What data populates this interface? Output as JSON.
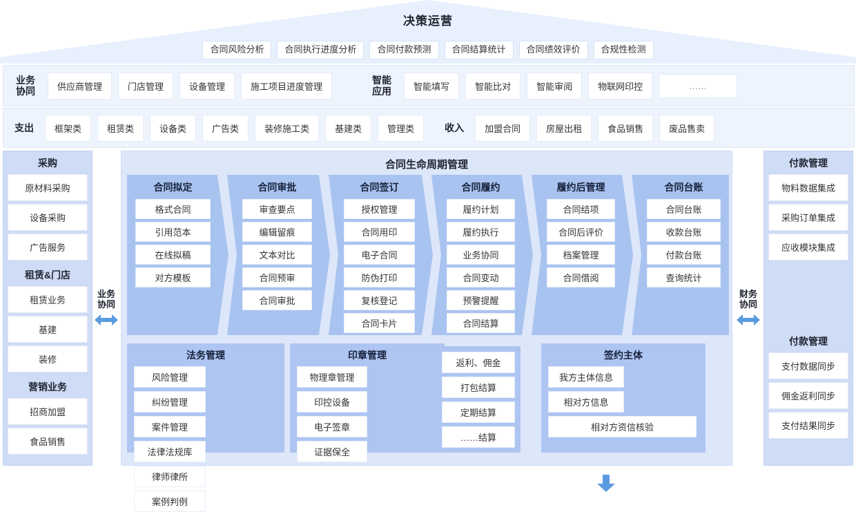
{
  "top": {
    "title": "决策运营",
    "chips": [
      "合同风险分析",
      "合同执行进度分析",
      "合同付款预测",
      "合同结算统计",
      "合同绩效评价",
      "合规性检测"
    ]
  },
  "row_collab": {
    "label_left": "业务\n协同",
    "items_left": [
      "供应商管理",
      "门店管理",
      "设备管理",
      "施工项目进度管理"
    ],
    "label_right": "智能\n应用",
    "items_right": [
      "智能填写",
      "智能比对",
      "智能审阅",
      "物联网印控",
      "……"
    ]
  },
  "row_money": {
    "label_left": "支出",
    "items_left": [
      "框架类",
      "租赁类",
      "设备类",
      "广告类",
      "装修施工类",
      "基建类",
      "管理类"
    ],
    "label_right": "收入",
    "items_right": [
      "加盟合同",
      "房屋出租",
      "食品销售",
      "废品售卖"
    ]
  },
  "left_column": {
    "groups": [
      {
        "title": "采购",
        "items": [
          "原材料采购",
          "设备采购",
          "广告服务"
        ]
      },
      {
        "title": "租赁&门店",
        "items": [
          "租赁业务",
          "基建",
          "装修"
        ]
      },
      {
        "title": "营销业务",
        "items": [
          "招商加盟",
          "食品销售"
        ]
      }
    ]
  },
  "right_column": {
    "groups": [
      {
        "title": "付款管理",
        "items": [
          "物料数据集成",
          "采购订单集成",
          "应收模块集成"
        ]
      },
      {
        "title": "付款管理",
        "items": [
          "支付数据同步",
          "佣金返利同步",
          "支付结果同步"
        ]
      }
    ]
  },
  "gutters": {
    "left_label": "业务\n协同",
    "right_label": "财务\n协同"
  },
  "main": {
    "title": "合同生命周期管理",
    "stages": [
      {
        "title": "合同拟定",
        "items": [
          "格式合同",
          "引用范本",
          "在线拟稿",
          "对方模板"
        ]
      },
      {
        "title": "合同审批",
        "items": [
          "审查要点",
          "编辑留痕",
          "文本对比",
          "合同预审",
          "合同审批"
        ]
      },
      {
        "title": "合同签订",
        "items": [
          "授权管理",
          "合同用印",
          "电子合同",
          "防伪打印",
          "复核登记",
          "合同卡片"
        ]
      },
      {
        "title": "合同履约",
        "items": [
          "履约计划",
          "履约执行",
          "业务协同",
          "合同变动",
          "预警提醒",
          "合同结算"
        ]
      },
      {
        "title": "履约后管理",
        "items": [
          "合同结项",
          "合同后评价",
          "档案管理",
          "合同借阅"
        ]
      },
      {
        "title": "合同台账",
        "items": [
          "合同台账",
          "收款台账",
          "付款台账",
          "查询统计"
        ]
      }
    ],
    "legal": {
      "title": "法务管理",
      "items": [
        "风险管理",
        "纠纷管理",
        "案件管理",
        "法律法规库",
        "律师律所",
        "案例判例"
      ]
    },
    "seal": {
      "title": "印章管理",
      "items": [
        "物理章管理",
        "印控设备",
        "电子签章",
        "证据保全"
      ]
    },
    "settlement": {
      "items": [
        "返利、佣金",
        "打包结算",
        "定期结算",
        "……结算"
      ]
    },
    "party": {
      "title": "签约主体",
      "items": [
        "我方主体信息",
        "相对方信息",
        "相对方资信核验"
      ]
    }
  },
  "colors": {
    "band_bg": "#eef4fd",
    "triangle_bg": "#e8f0fd",
    "sidebar_bg": "#cfdcf5",
    "main_bg": "#dde7fa",
    "stage_bg": "#a9c3f0",
    "block_bg": "#aec5f2",
    "arrow": "#5b9bdf"
  }
}
